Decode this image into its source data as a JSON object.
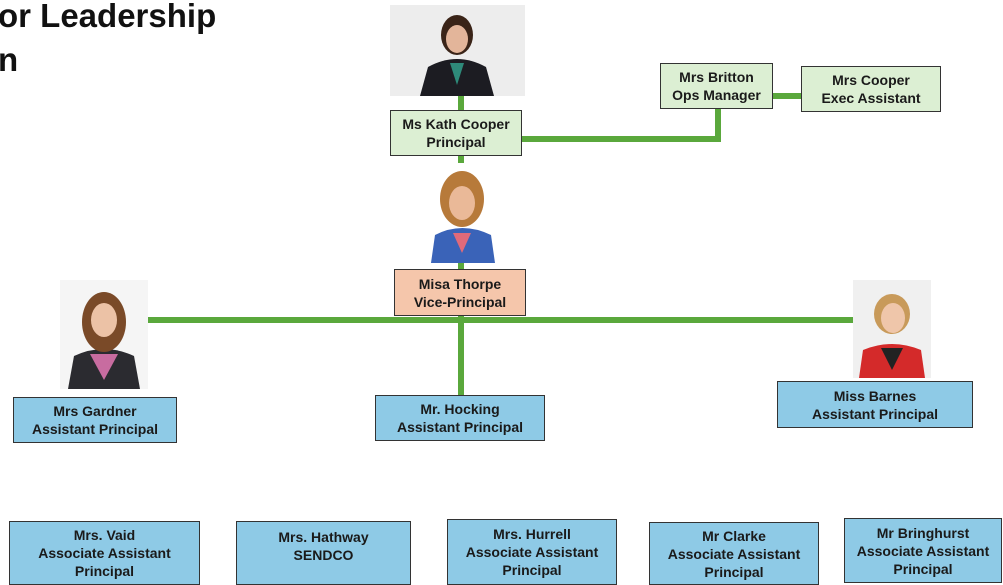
{
  "title": {
    "line1": "or Leadership",
    "line2": "n"
  },
  "people": {
    "principal": {
      "name": "Ms Kath Cooper",
      "role": "Principal"
    },
    "ops_manager": {
      "name": "Mrs Britton",
      "role": "Ops Manager"
    },
    "exec_asst": {
      "name": "Mrs Cooper",
      "role": "Exec Assistant"
    },
    "vice": {
      "name": "Misa Thorpe",
      "role": "Vice-Principal"
    },
    "gardner": {
      "name": "Mrs Gardner",
      "role": "Assistant Principal"
    },
    "hocking": {
      "name": "Mr. Hocking",
      "role": "Assistant Principal"
    },
    "barnes": {
      "name": "Miss Barnes",
      "role": "Assistant Principal"
    },
    "vaid": {
      "name": "Mrs. Vaid",
      "role_a": "Associate Assistant",
      "role_b": "Principal"
    },
    "hathway": {
      "name": "Mrs. Hathway",
      "role": "SENDCO"
    },
    "hurrell": {
      "name": "Mrs. Hurrell",
      "role_a": "Associate Assistant",
      "role_b": "Principal"
    },
    "clarke": {
      "name": "Mr Clarke",
      "role_a": "Associate Assistant",
      "role_b": "Principal"
    },
    "bringhurst": {
      "name": "Mr Bringhurst",
      "role_a": "Associate Assistant",
      "role_b": "Principal"
    }
  },
  "colors": {
    "connector": "#5aa83c",
    "top_box": "#dcefd3",
    "vice_box": "#f5c6ab",
    "staff_box": "#8ecae6"
  }
}
